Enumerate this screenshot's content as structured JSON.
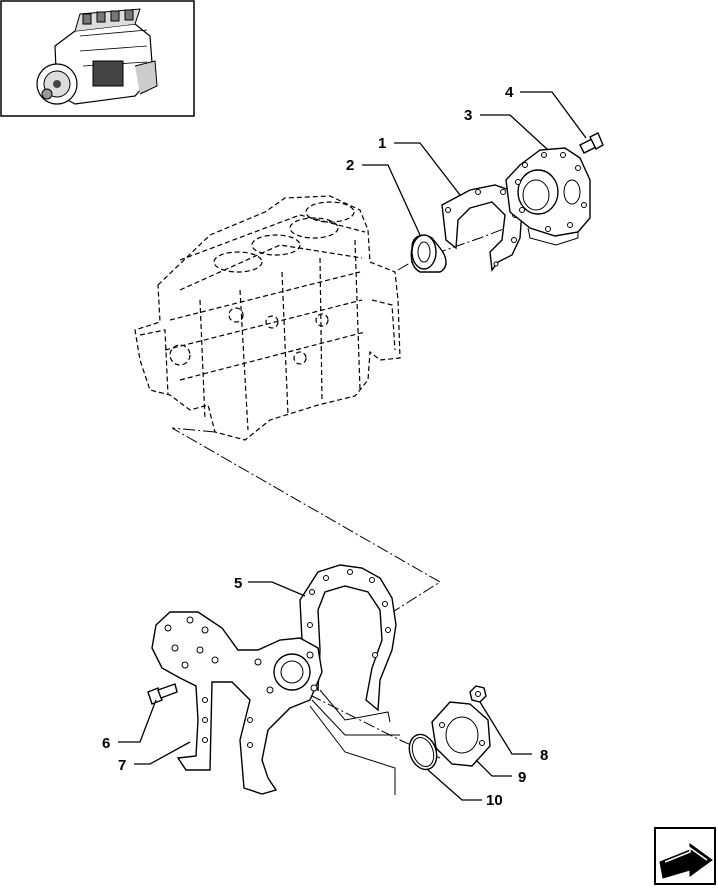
{
  "callouts": {
    "c1": "1",
    "c2": "2",
    "c3": "3",
    "c4": "4",
    "c5": "5",
    "c6": "6",
    "c7": "7",
    "c8": "8",
    "c9": "9",
    "c10": "10"
  },
  "icons": {
    "thumbnail": "engine-thumbnail-icon",
    "nav": "next-page-arrow-icon"
  }
}
